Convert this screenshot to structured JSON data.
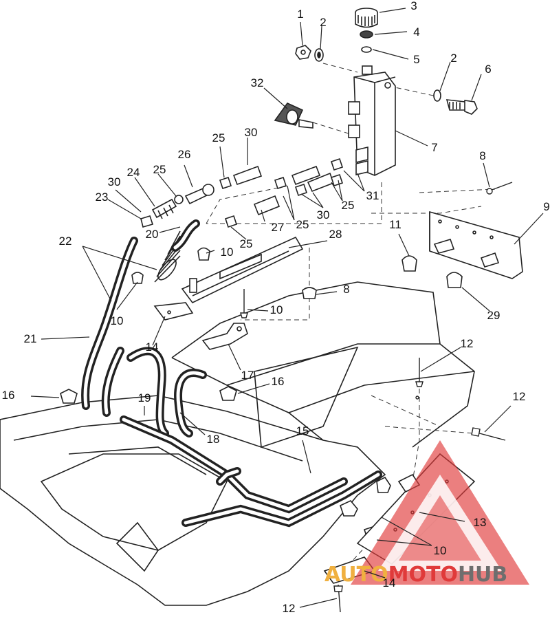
{
  "callouts": [
    "1",
    "2",
    "3",
    "4",
    "5",
    "2",
    "6",
    "32",
    "7",
    "30",
    "25",
    "26",
    "25",
    "24",
    "30",
    "23",
    "8",
    "9",
    "11",
    "31",
    "25",
    "30",
    "25",
    "27",
    "25",
    "28",
    "22",
    "20",
    "10",
    "10",
    "29",
    "8",
    "10",
    "21",
    "14",
    "16",
    "17",
    "16",
    "19",
    "18",
    "12",
    "12",
    "15",
    "13",
    "10",
    "14",
    "12"
  ],
  "watermark": {
    "part1": "AUTO",
    "part2": "MOTO",
    "part3": "HUB",
    "colors": {
      "triangle": "#e03a3a",
      "auto": "#f0b040",
      "moto": "#e03a3a",
      "hub": "#6e6e6e"
    }
  }
}
